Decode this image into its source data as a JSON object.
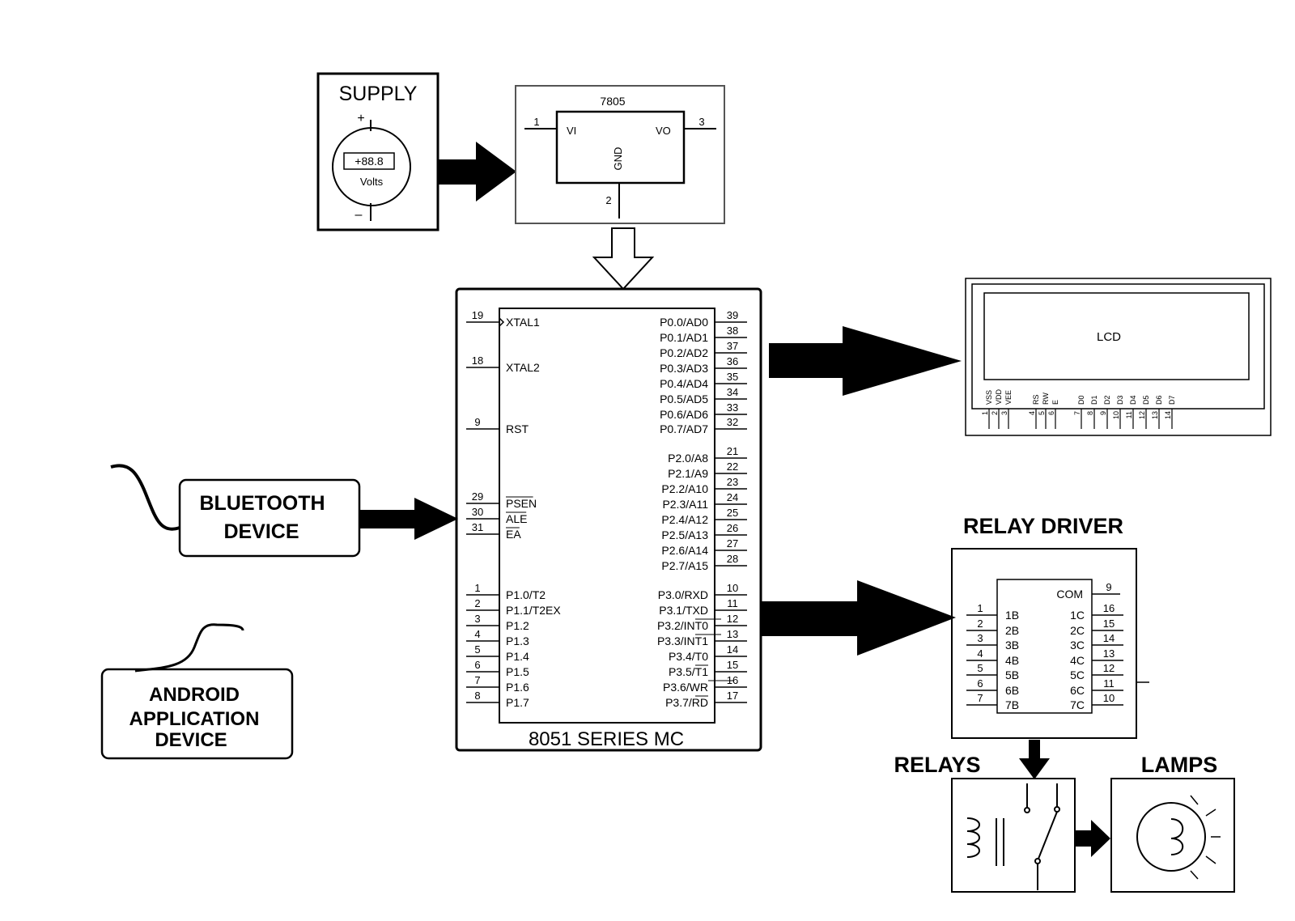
{
  "supply": {
    "title": "SUPPLY",
    "plus": "+",
    "minus": "–",
    "meter_value": "+88.8",
    "meter_unit": "Volts"
  },
  "regulator": {
    "part": "7805",
    "pin_in": "1",
    "pin_out": "3",
    "pin_gnd": "2",
    "label_in": "VI",
    "label_out": "VO",
    "label_gnd": "GND"
  },
  "mcu": {
    "title": "8051 SERIES MC",
    "left_pins": [
      {
        "num": "19",
        "name": "XTAL1"
      },
      {
        "num": "18",
        "name": "XTAL2"
      },
      {
        "num": "9",
        "name": "RST"
      },
      {
        "num": "29",
        "name": "PSEN"
      },
      {
        "num": "30",
        "name": "ALE"
      },
      {
        "num": "31",
        "name": "EA"
      },
      {
        "num": "1",
        "name": "P1.0/T2"
      },
      {
        "num": "2",
        "name": "P1.1/T2EX"
      },
      {
        "num": "3",
        "name": "P1.2"
      },
      {
        "num": "4",
        "name": "P1.3"
      },
      {
        "num": "5",
        "name": "P1.4"
      },
      {
        "num": "6",
        "name": "P1.5"
      },
      {
        "num": "7",
        "name": "P1.6"
      },
      {
        "num": "8",
        "name": "P1.7"
      }
    ],
    "right_pins": [
      {
        "num": "39",
        "name": "P0.0/AD0"
      },
      {
        "num": "38",
        "name": "P0.1/AD1"
      },
      {
        "num": "37",
        "name": "P0.2/AD2"
      },
      {
        "num": "36",
        "name": "P0.3/AD3"
      },
      {
        "num": "35",
        "name": "P0.4/AD4"
      },
      {
        "num": "34",
        "name": "P0.5/AD5"
      },
      {
        "num": "33",
        "name": "P0.6/AD6"
      },
      {
        "num": "32",
        "name": "P0.7/AD7"
      },
      {
        "num": "21",
        "name": "P2.0/A8"
      },
      {
        "num": "22",
        "name": "P2.1/A9"
      },
      {
        "num": "23",
        "name": "P2.2/A10"
      },
      {
        "num": "24",
        "name": "P2.3/A11"
      },
      {
        "num": "25",
        "name": "P2.4/A12"
      },
      {
        "num": "26",
        "name": "P2.5/A13"
      },
      {
        "num": "27",
        "name": "P2.6/A14"
      },
      {
        "num": "28",
        "name": "P2.7/A15"
      },
      {
        "num": "10",
        "name": "P3.0/RXD"
      },
      {
        "num": "11",
        "name": "P3.1/TXD"
      },
      {
        "num": "12",
        "name": "P3.2/INT0"
      },
      {
        "num": "13",
        "name": "P3.3/INT1"
      },
      {
        "num": "14",
        "name": "P3.4/T0"
      },
      {
        "num": "15",
        "name": "P3.5/T1"
      },
      {
        "num": "16",
        "name": "P3.6/WR"
      },
      {
        "num": "17",
        "name": "P3.7/RD"
      }
    ]
  },
  "lcd": {
    "label": "LCD",
    "pin_names": [
      "VSS",
      "VDD",
      "VEE",
      "RS",
      "RW",
      "E",
      "D0",
      "D1",
      "D2",
      "D3",
      "D4",
      "D5",
      "D6",
      "D7"
    ],
    "pin_nums": [
      "1",
      "2",
      "3",
      "4",
      "5",
      "6",
      "7",
      "8",
      "9",
      "10",
      "11",
      "12",
      "13",
      "14"
    ]
  },
  "bluetooth": {
    "line1": "BLUETOOTH",
    "line2": "DEVICE"
  },
  "android": {
    "line1": "ANDROID",
    "line2": "APPLICATION",
    "line3": "DEVICE"
  },
  "relay_driver": {
    "title": "RELAY DRIVER",
    "com": "COM",
    "com_pin": "9",
    "inputs": [
      {
        "num": "1",
        "name": "1B"
      },
      {
        "num": "2",
        "name": "2B"
      },
      {
        "num": "3",
        "name": "3B"
      },
      {
        "num": "4",
        "name": "4B"
      },
      {
        "num": "5",
        "name": "5B"
      },
      {
        "num": "6",
        "name": "6B"
      },
      {
        "num": "7",
        "name": "7B"
      }
    ],
    "outputs": [
      {
        "num": "16",
        "name": "1C"
      },
      {
        "num": "15",
        "name": "2C"
      },
      {
        "num": "14",
        "name": "3C"
      },
      {
        "num": "13",
        "name": "4C"
      },
      {
        "num": "12",
        "name": "5C"
      },
      {
        "num": "11",
        "name": "6C"
      },
      {
        "num": "10",
        "name": "7C"
      }
    ]
  },
  "relays": {
    "title": "RELAYS"
  },
  "lamps": {
    "title": "LAMPS"
  }
}
